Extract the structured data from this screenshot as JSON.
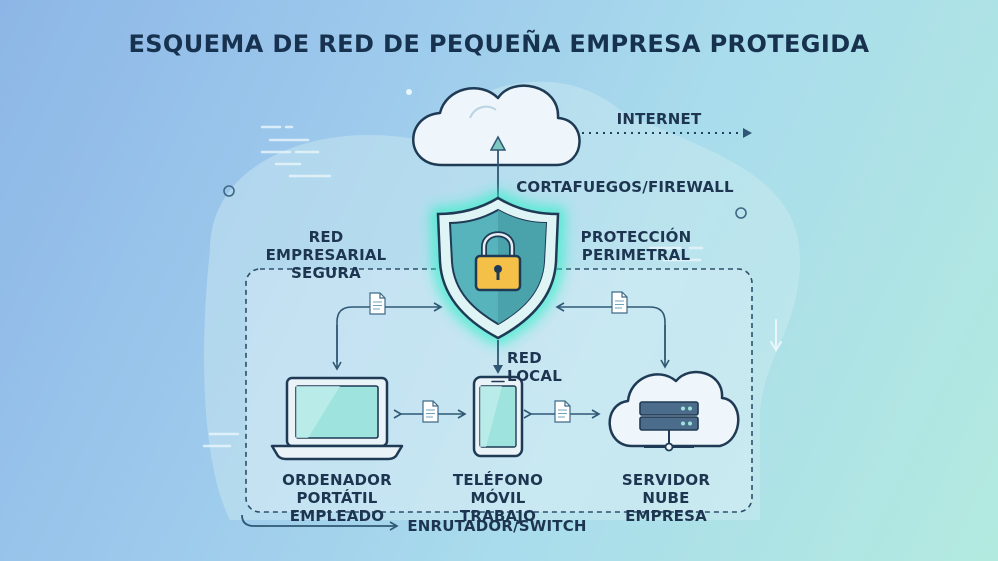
{
  "title": "ESQUEMA DE RED DE PEQUEÑA EMPRESA PROTEGIDA",
  "labels": {
    "internet": "INTERNET",
    "firewall": "CORTAFUEGOS/FIREWALL",
    "secure_network": "RED EMPRESARIAL\nSEGURA",
    "perimeter": "PROTECCIÓN\nPERIMETRAL",
    "local_network": "RED LOCAL",
    "laptop": "ORDENADOR PORTÁTIL\nEMPLEADO",
    "phone": "TELÉFONO MÓVIL\nTRABAJO",
    "cloud_server": "SERVIDOR NUBE\nEMPRESA",
    "router": "ENRUTADOR/SWITCH"
  },
  "icons": {
    "cloud": "cloud-icon",
    "shield": "shield-lock-icon",
    "laptop": "laptop-icon",
    "phone": "smartphone-icon",
    "server": "server-cloud-icon",
    "document": "document-icon"
  },
  "colors": {
    "outline": "#1f3a55",
    "shield_fill": "#57b4bc",
    "glow": "#2ef0c8",
    "lock": "#f4c048",
    "screen": "#9fe3df"
  }
}
